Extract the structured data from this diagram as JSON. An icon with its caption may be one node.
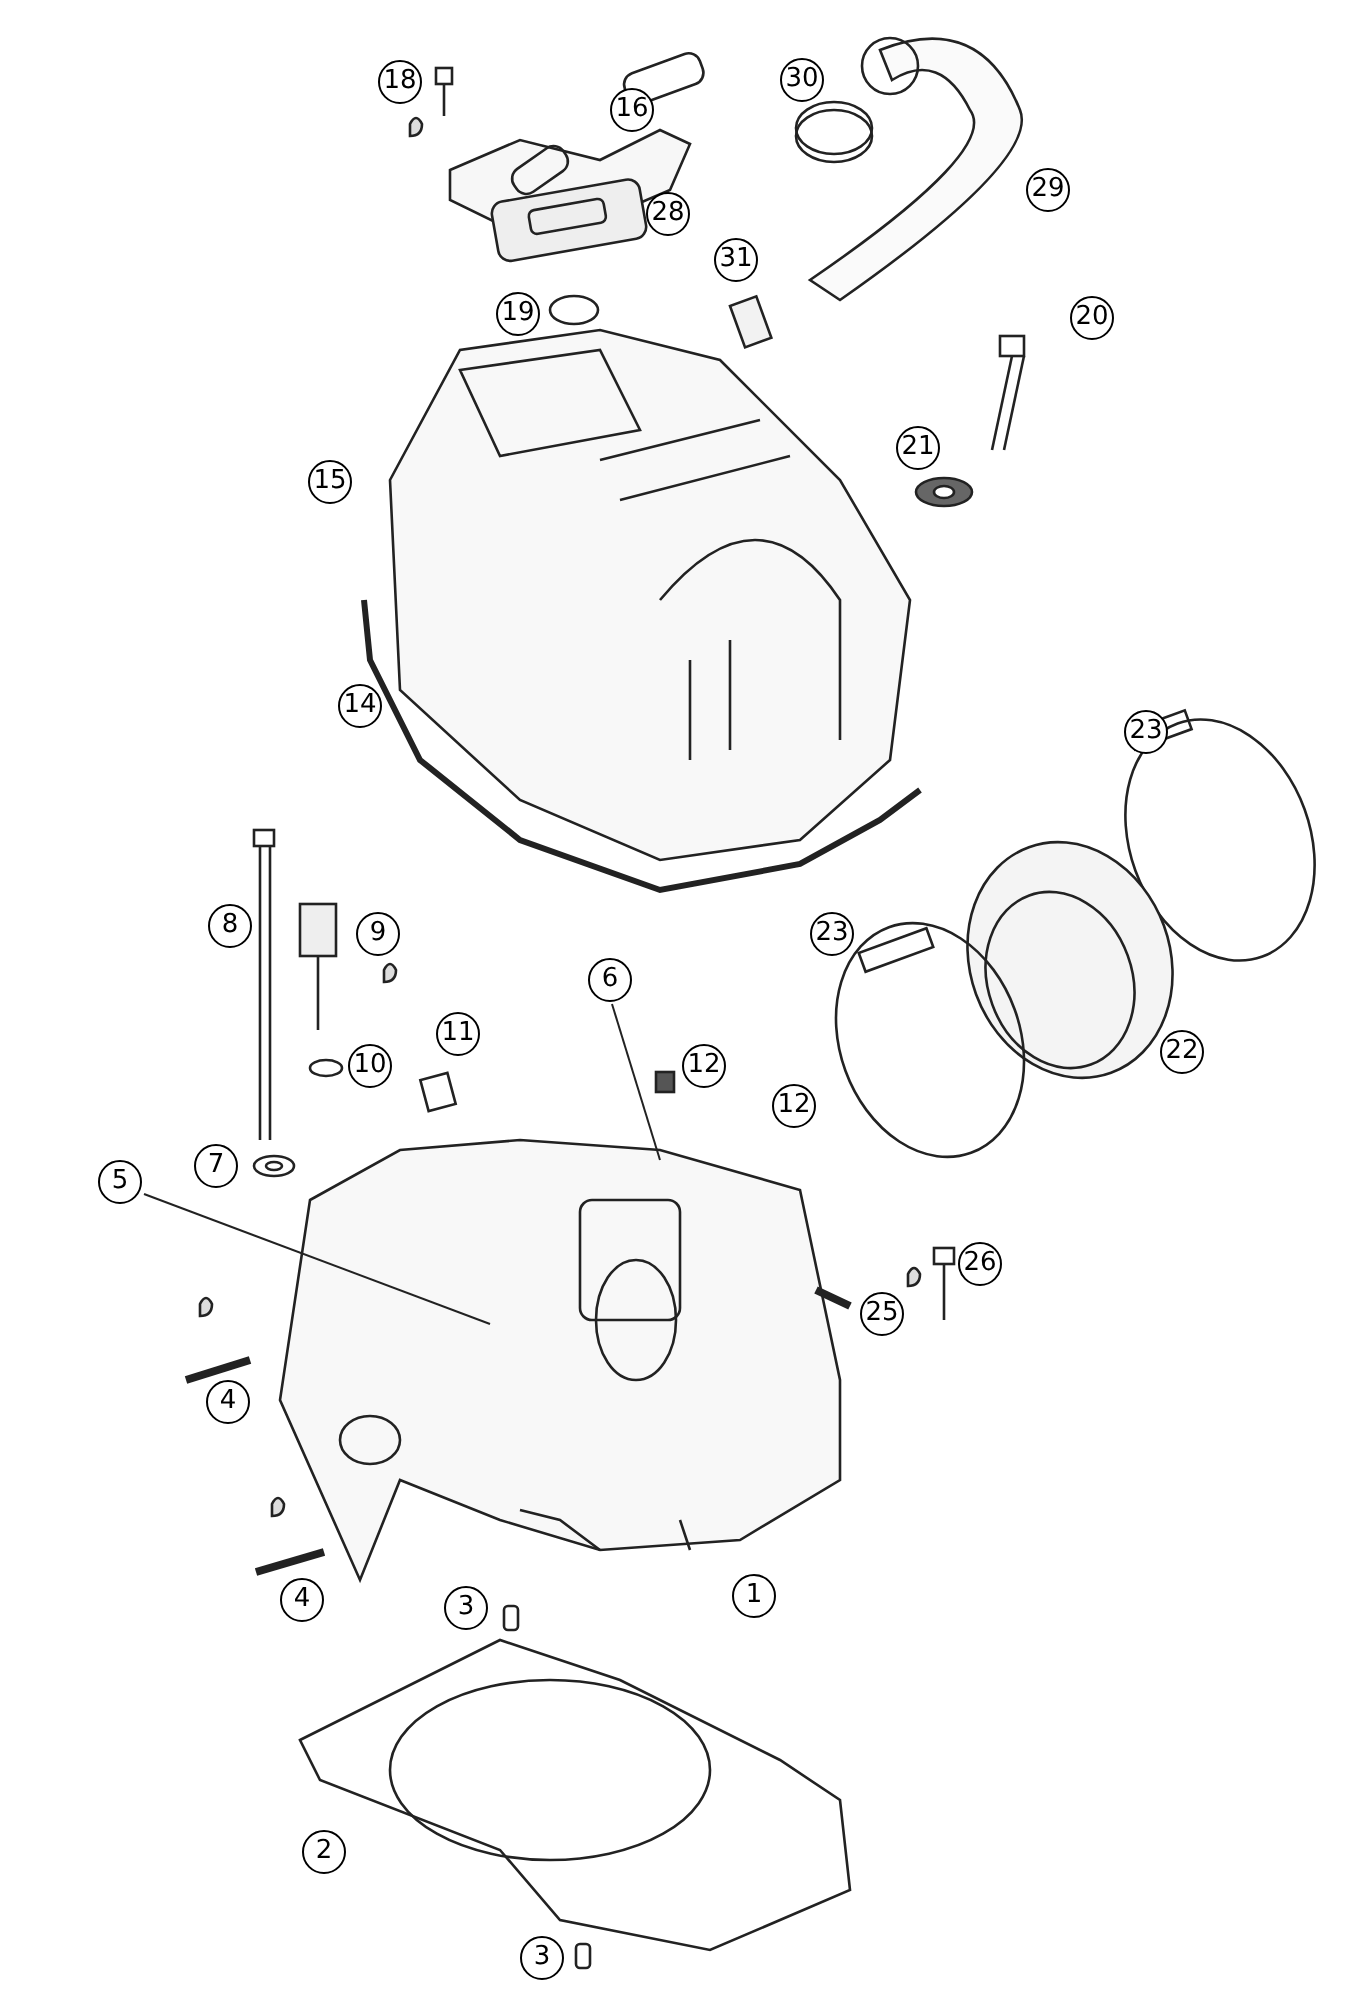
{
  "diagram": {
    "nodes": [
      {
        "text": [
          "18"
        ]
      },
      {
        "text": [
          "16"
        ]
      },
      {
        "text": [
          "30"
        ]
      },
      {
        "text": [
          "29"
        ]
      },
      {
        "text": [
          "28"
        ]
      },
      {
        "text": [
          "31"
        ]
      },
      {
        "text": [
          "19"
        ]
      },
      {
        "text": [
          "20"
        ]
      },
      {
        "text": [
          "15"
        ]
      },
      {
        "text": [
          "21"
        ]
      },
      {
        "text": [
          "14"
        ]
      },
      {
        "text": [
          "23"
        ]
      },
      {
        "text": [
          "8"
        ]
      },
      {
        "text": [
          "9"
        ]
      },
      {
        "text": [
          "23"
        ]
      },
      {
        "text": [
          "6"
        ]
      },
      {
        "text": [
          "11"
        ]
      },
      {
        "text": [
          "10"
        ]
      },
      {
        "text": [
          "12"
        ]
      },
      {
        "text": [
          "22"
        ]
      },
      {
        "text": [
          "12"
        ]
      },
      {
        "text": [
          "7"
        ]
      },
      {
        "text": [
          "5"
        ]
      },
      {
        "text": [
          "26"
        ]
      },
      {
        "text": [
          "25"
        ]
      },
      {
        "text": [
          "4"
        ]
      },
      {
        "text": [
          "4"
        ]
      },
      {
        "text": [
          "3"
        ]
      },
      {
        "text": [
          "1"
        ]
      },
      {
        "text": [
          "2"
        ]
      },
      {
        "text": [
          "3"
        ]
      }
    ],
    "edges": [
      {
        "from": 22,
        "to": null,
        "arrow": "none"
      },
      {
        "from": 15,
        "to": null,
        "arrow": "none"
      }
    ]
  }
}
